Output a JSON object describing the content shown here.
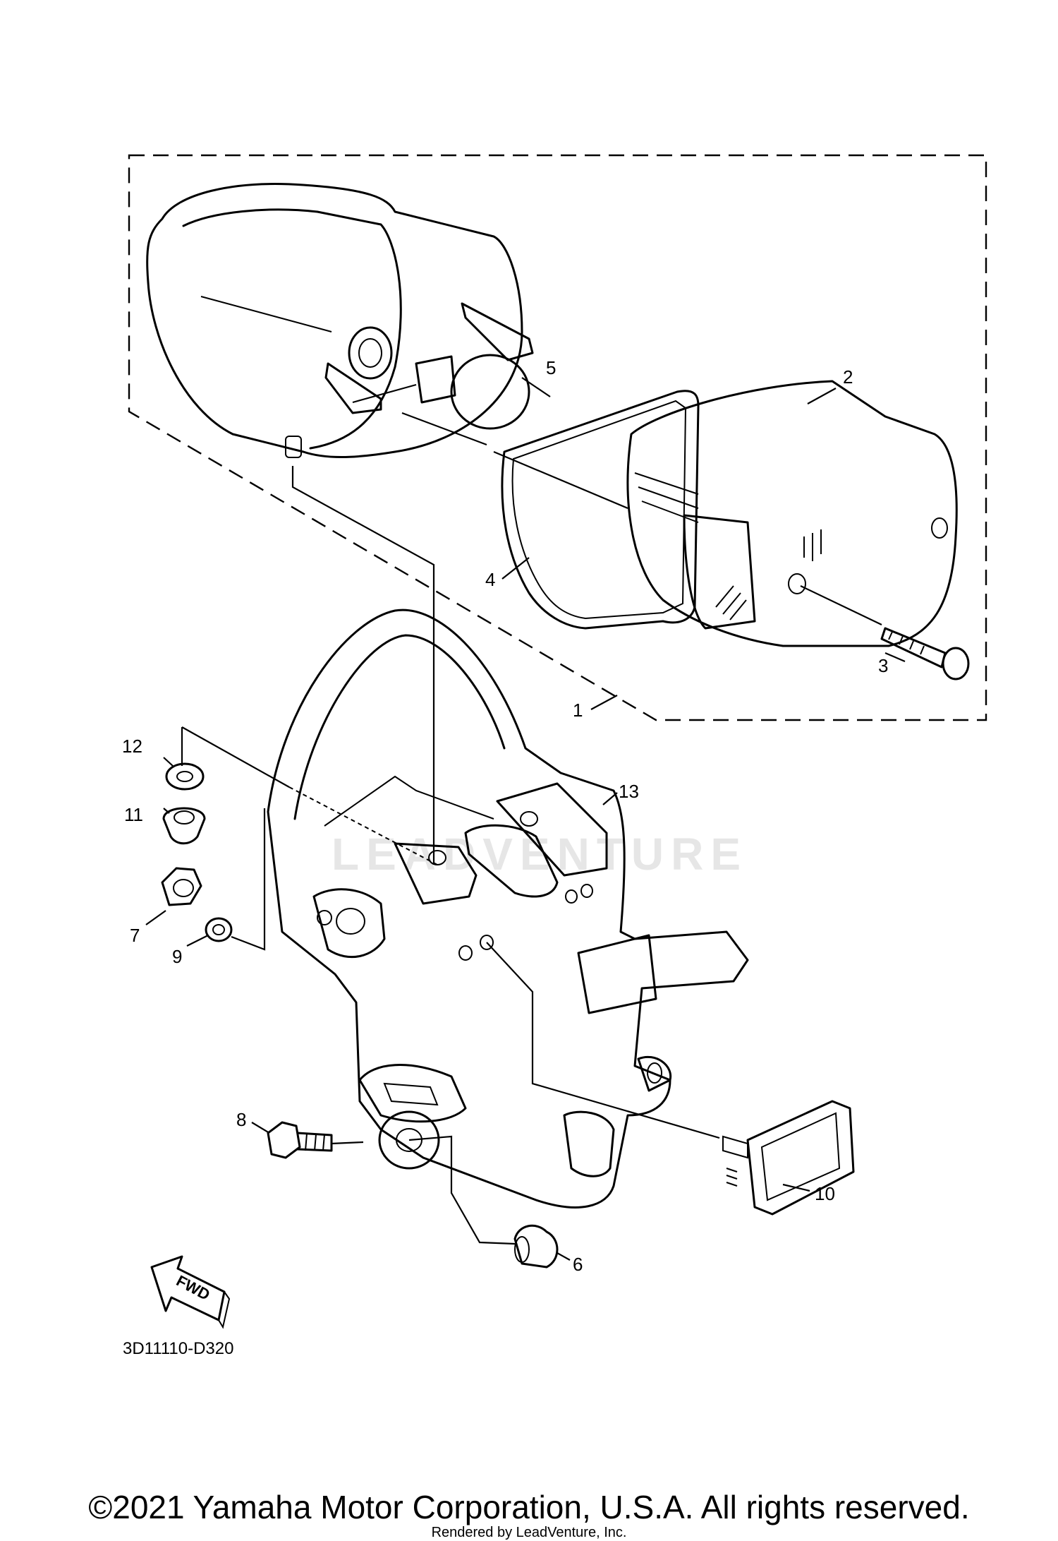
{
  "diagram": {
    "callouts": [
      "1",
      "2",
      "3",
      "4",
      "5",
      "6",
      "7",
      "8",
      "9",
      "10",
      "11",
      "12",
      "13"
    ],
    "fwd_label": "FWD",
    "diagram_code": "3D11110-D320",
    "watermark": "LEADVENTURE"
  },
  "footer": {
    "copyright": "©2021 Yamaha Motor Corporation, U.S.A. All rights reserved.",
    "rendered_by": "Rendered by LeadVenture, Inc."
  }
}
